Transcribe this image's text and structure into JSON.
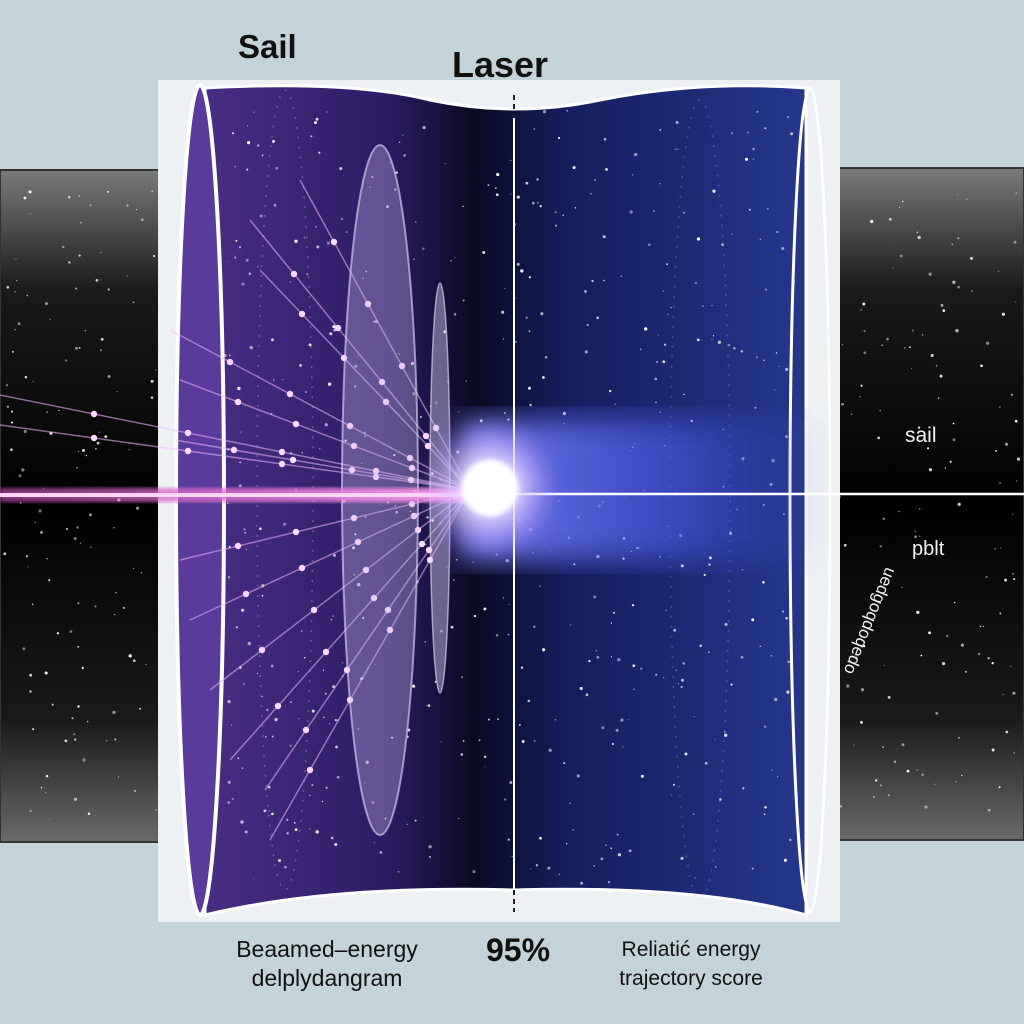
{
  "labels": {
    "sail_title": "Sail",
    "laser_title": "Laser",
    "caption_left_line1": "Beaamed–energy",
    "caption_left_line2": "delplydangram",
    "caption_value": "95%",
    "caption_right_line1": "Reliatić energy",
    "caption_right_line2": "trajectory score"
  },
  "side_labels": {
    "upper_rotated": "alqabaualolt",
    "sail": "sail",
    "pblt": "pblt",
    "lower_rotated": "uedgoqdoqedo"
  },
  "colors": {
    "background": "#c4d3da",
    "tube_left": "#3a2470",
    "tube_right": "#2a3a8c",
    "beam_pink": "#e45cc8",
    "beam_blue": "#5a6cff",
    "panel": "#0a0a0a"
  }
}
